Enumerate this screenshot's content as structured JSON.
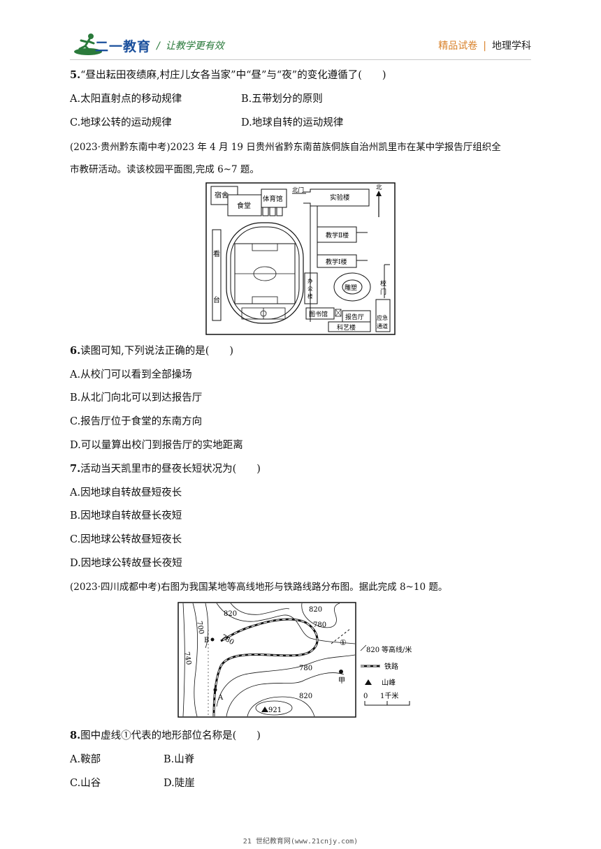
{
  "header": {
    "brand": "二一教育",
    "slogan": "让教学更有效",
    "tag_left": "精品试卷",
    "tag_right": "地理学科"
  },
  "q5": {
    "num": "5.",
    "stem": "“昼出耘田夜绩麻,村庄儿女各当家”中“昼”与“夜”的变化遵循了(　　)",
    "A": "A.太阳直射点的移动规律",
    "B": "B.五带划分的原则",
    "C": "C.地球公转的运动规律",
    "D": "D.地球自转的运动规律"
  },
  "intro67": {
    "line1": "(2023·贵州黔东南中考)2023 年 4 月 19 日贵州省黔东南苗族侗族自治州凯里市在某中学报告厅组织全",
    "line2": "市教研活动。读该校园平面图,完成 6~7 题。"
  },
  "campus_map": {
    "dorm": "宿舍",
    "canteen": "食堂",
    "gym": "体育馆",
    "north_gate": "北门",
    "lab": "实验楼",
    "north": "北",
    "teach2": "教学Ⅱ楼",
    "teach1": "教学Ⅰ楼",
    "stand1": "看",
    "stand2": "台",
    "office1": "办",
    "office2": "公",
    "office3": "楼",
    "statue": "雕塑",
    "school_gate1": "校",
    "school_gate2": "门",
    "library": "图书馆",
    "hall": "报告厅",
    "tech": "科艺楼",
    "emergency1": "应急",
    "emergency2": "通道"
  },
  "q6": {
    "num": "6.",
    "stem": "读图可知,下列说法正确的是(　　)",
    "A": "A.从校门可以看到全部操场",
    "B": "B.从北门向北可以到达报告厅",
    "C": "C.报告厅位于食堂的东南方向",
    "D": "D.可以量算出校门到报告厅的实地距离"
  },
  "q7": {
    "num": "7.",
    "stem": "活动当天凯里市的昼夜长短状况为(　　)",
    "A": "A.因地球自转故昼短夜长",
    "B": "B.因地球自转故昼长夜短",
    "C": "C.因地球公转故昼短夜长",
    "D": "D.因地球公转故昼长夜短"
  },
  "intro810": {
    "line1": "(2023·四川成都中考)右图为我国某地等高线地形与铁路线路分布图。据此完成 8~10 题。"
  },
  "contour_map": {
    "c700": "700",
    "c740": "740",
    "c780a": "780",
    "c780b": "780",
    "c780c": "780",
    "c820a": "820",
    "c820b": "820",
    "c820c": "820",
    "peak": "921",
    "pointA": "A",
    "pointB": "B",
    "jia": "甲",
    "circle1": "①",
    "legend_contour_val": "820",
    "legend_contour": "等高线/米",
    "legend_rail": "铁路",
    "legend_peak": "山峰",
    "scale_0": "0",
    "scale_1": "1千米"
  },
  "q8": {
    "num": "8.",
    "stem": "图中虚线①代表的地形部位名称是(　　)",
    "A": "A.鞍部",
    "B": "B.山脊",
    "C": "C.山谷",
    "D": "D.陡崖"
  },
  "footer": "21 世纪教育网(www.21cnjy.com)",
  "colors": {
    "brand_blue": "#1a4f9c",
    "slogan_green": "#2a7a3b",
    "tag_orange": "#d9822b"
  }
}
